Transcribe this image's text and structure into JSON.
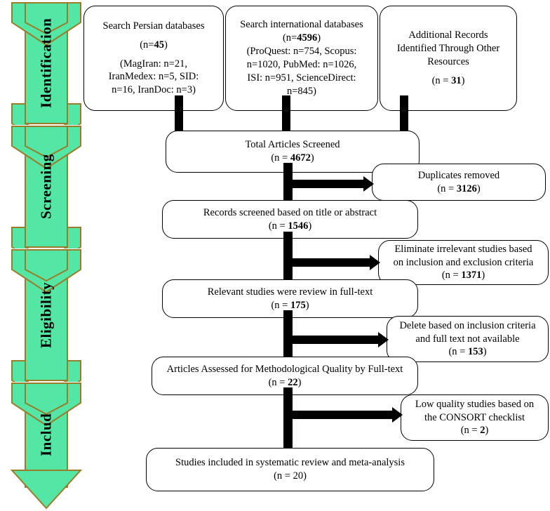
{
  "diagram": {
    "title": "PRISMA study selection flow diagram",
    "accent_green": "#54e6a5",
    "accent_border": "#9a7d2a",
    "line_color": "#000000"
  },
  "stages": [
    {
      "label": "Identification"
    },
    {
      "label": "Screening"
    },
    {
      "label": "Eligibility"
    },
    {
      "label": "Includ"
    }
  ],
  "sources": {
    "persian": {
      "line1": "Search Persian databases",
      "line2_pre": "(n=",
      "line2_num": "45",
      "line2_post": ")",
      "line3": "(MagIran: n=21,",
      "line4": "IranMedex: n=5, SID:",
      "line5": "n=16, IranDoc: n=3)"
    },
    "international": {
      "line1": "Search international databases",
      "line2_pre": "(n=",
      "line2_num": "4596",
      "line2_post": ")",
      "line3": "(ProQuest: n=754, Scopus:",
      "line4": "n=1020, PubMed: n=1026,",
      "line5": "ISI: n=951, ScienceDirect:",
      "line6": "n=845)"
    },
    "additional": {
      "line1": "Additional Records",
      "line2": "Identified Through Other",
      "line3": "Resources",
      "line4_pre": "(n = ",
      "line4_num": "31",
      "line4_post": ")"
    }
  },
  "flow": {
    "total_screened": {
      "line1": "Total Articles Screened",
      "line2_pre": "(n = ",
      "line2_num": "4672",
      "line2_post": ")"
    },
    "records_screened": {
      "line1": "Records screened based on title or abstract",
      "line2_pre": "(n = ",
      "line2_num": "1546",
      "line2_post": ")"
    },
    "relevant_full_text": {
      "line1": "Relevant studies were review in full-text",
      "line2_pre": "(n = ",
      "line2_num": "175",
      "line2_post": ")"
    },
    "methodological_quality": {
      "line1": "Articles Assessed for Methodological Quality by Full-text",
      "line2_pre": "(n = ",
      "line2_num": "22",
      "line2_post": ")"
    },
    "included": {
      "line1": "Studies included in systematic review and meta-analysis",
      "line2_pre": "(n = ",
      "line2_num": "20",
      "line2_post": ")"
    }
  },
  "exclusions": {
    "duplicates": {
      "line1": "Duplicates removed",
      "line2_pre": "(n = ",
      "line2_num": "3126",
      "line2_post": ")"
    },
    "irrelevant": {
      "line1": "Eliminate irrelevant studies based",
      "line2": "on inclusion and exclusion criteria",
      "line3_pre": "(n = ",
      "line3_num": "1371",
      "line3_post": ")"
    },
    "no_full_text": {
      "line1": "Delete based on inclusion criteria",
      "line2": "and full text not available",
      "line3_pre": "(n = ",
      "line3_num": "153",
      "line3_post": ")"
    },
    "low_quality": {
      "line1": "Low quality studies based on",
      "line2": "the CONSORT  checklist",
      "line3_pre": "(n = ",
      "line3_num": "2",
      "line3_post": ")"
    }
  }
}
